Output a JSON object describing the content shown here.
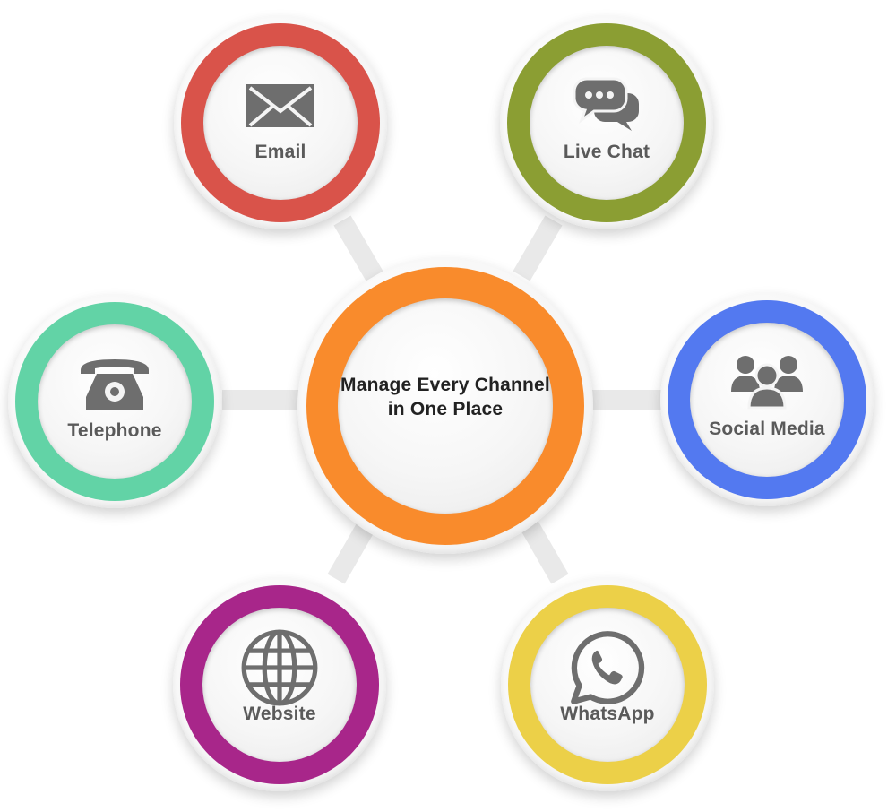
{
  "center": {
    "line1": "Manage Every Channel",
    "line2": "in One Place",
    "color": "#f98b2c"
  },
  "channels": [
    {
      "id": "email",
      "label": "Email",
      "icon": "envelope-icon",
      "color": "#d9534a"
    },
    {
      "id": "live-chat",
      "label": "Live Chat",
      "icon": "chat-bubbles-icon",
      "color": "#8b9e33"
    },
    {
      "id": "telephone",
      "label": "Telephone",
      "icon": "telephone-icon",
      "color": "#62d3a6"
    },
    {
      "id": "social-media",
      "label": "Social Media",
      "icon": "people-group-icon",
      "color": "#5379f0"
    },
    {
      "id": "website",
      "label": "Website",
      "icon": "globe-icon",
      "color": "#a8268a"
    },
    {
      "id": "whatsapp",
      "label": "WhatsApp",
      "icon": "whatsapp-icon",
      "color": "#ecd048"
    }
  ],
  "colors": {
    "connector": "#e9e9e9",
    "label_text": "#5a5a5a",
    "icon_fill": "#6e6e6e"
  }
}
